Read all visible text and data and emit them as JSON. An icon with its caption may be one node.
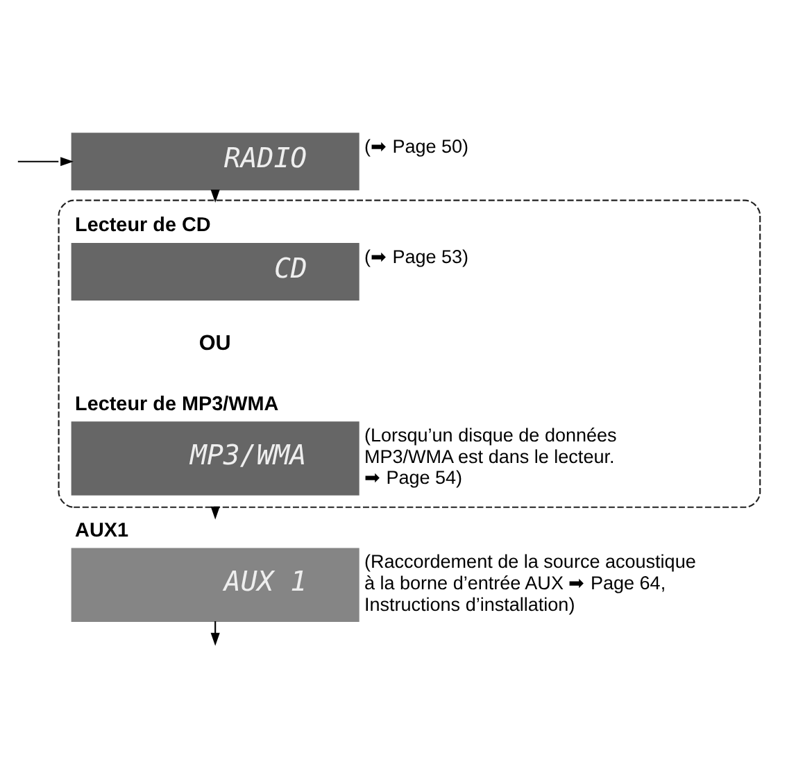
{
  "diagram": {
    "nodes": [
      {
        "text": [
          "RADIO"
        ],
        "beside": [
          "(➡ Page 50)"
        ]
      },
      {
        "text": [],
        "shape": "box"
      },
      {
        "text": [
          "Lecteur de CD",
          "CD"
        ],
        "beside": [
          "(➡ Page 53)"
        ],
        "in": 1
      },
      {
        "text": [
          "Lecteur de MP3/WMA",
          "MP3/WMA"
        ],
        "beside": [
          "(Lorsqu’un disque de données MP3/WMA est dans le lecteur. ➡ Page 54)"
        ],
        "in": 1
      },
      {
        "text": [
          "AUX1",
          "AUX 1"
        ],
        "beside": [
          "(Raccordement de la source acoustique à la borne d’entrée AUX ➡ Page 64, Instructions d’installation)"
        ]
      }
    ],
    "edges": [
      {
        "from": null,
        "to": 0,
        "arrow": "to"
      },
      {
        "from": 0,
        "to": 1,
        "arrow": "to"
      },
      {
        "from": 1,
        "to": 4,
        "arrow": "to"
      },
      {
        "from": 4,
        "to": null,
        "arrow": "to"
      }
    ],
    "labels": [
      "OU"
    ]
  }
}
